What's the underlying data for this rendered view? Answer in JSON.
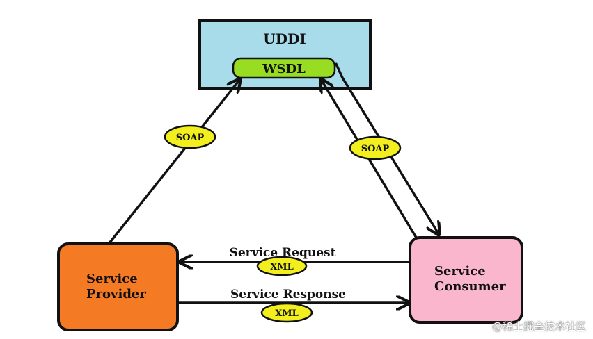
{
  "uddi": {
    "label": "UDDI"
  },
  "wsdl": {
    "label": "WSDL"
  },
  "provider": {
    "line1": "Service",
    "line2": "Provider"
  },
  "consumer": {
    "line1": "Service",
    "line2": "Consumer"
  },
  "soap_left": "SOAP",
  "soap_right": "SOAP",
  "request": {
    "label": "Service Request",
    "format": "XML"
  },
  "response": {
    "label": "Service Response",
    "format": "XML"
  },
  "watermark": "@稀土掘金技术社区",
  "colors": {
    "uddi": "#a9dcea",
    "wsdl": "#99dd22",
    "provider": "#f47a23",
    "consumer": "#f9b6cd",
    "ellipse": "#f3ef1f"
  }
}
